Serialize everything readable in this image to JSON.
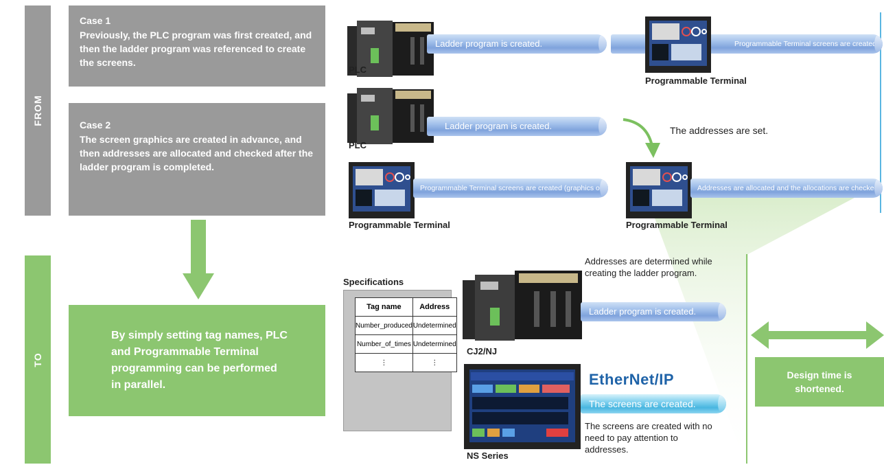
{
  "sidebar": {
    "from_label": "FROM",
    "to_label": "TO"
  },
  "case1": {
    "title": "Case 1",
    "text": "Previously, the PLC program was first created, and then the ladder program was referenced to create the screens."
  },
  "case2": {
    "title": "Case 2",
    "text": "The screen graphics are created in advance, and then addresses are allocated and checked after the ladder program is completed."
  },
  "result_box": {
    "text": "By simply setting tag names, PLC and Programmable Terminal programming can be performed in parallel."
  },
  "row1": {
    "device1_label": "PLC",
    "tube1": "Ladder program is created.",
    "device2_label": "Programmable Terminal",
    "tube2": "Programmable Terminal screens are created."
  },
  "row2": {
    "device1_label": "PLC",
    "tube1": "Ladder program is created.",
    "arrow_note": "The addresses are set.",
    "pt1_label": "Programmable Terminal",
    "tube_pt1": "Programmable Terminal screens are created (graphics only).",
    "pt2_label": "Programmable Terminal",
    "tube_pt2": "Addresses are allocated and the allocations are checked"
  },
  "to_section": {
    "spec_title": "Specifications",
    "table": {
      "headers": [
        "Tag name",
        "Address"
      ],
      "rows": [
        [
          "Number_produced",
          "Undetermined"
        ],
        [
          "Number_of_times",
          "Undetermined"
        ],
        [
          "⋮",
          "⋮"
        ]
      ]
    },
    "cj2_label": "CJ2/NJ",
    "addr_note": "Addresses are determined while creating the ladder program.",
    "tube_ladder": "Ladder program is created.",
    "ethernet_logo": "EtherNet/IP",
    "tube_screens": "The screens are created.",
    "screens_note": "The screens are created with no need to pay attention to addresses.",
    "ns_label": "NS Series",
    "design_box": "Design time is shortened."
  },
  "colors": {
    "gray": "#9a9a9a",
    "green": "#8cc670",
    "tube_blue": "#7fa3dc",
    "tube_cyan": "#48b6e0"
  }
}
